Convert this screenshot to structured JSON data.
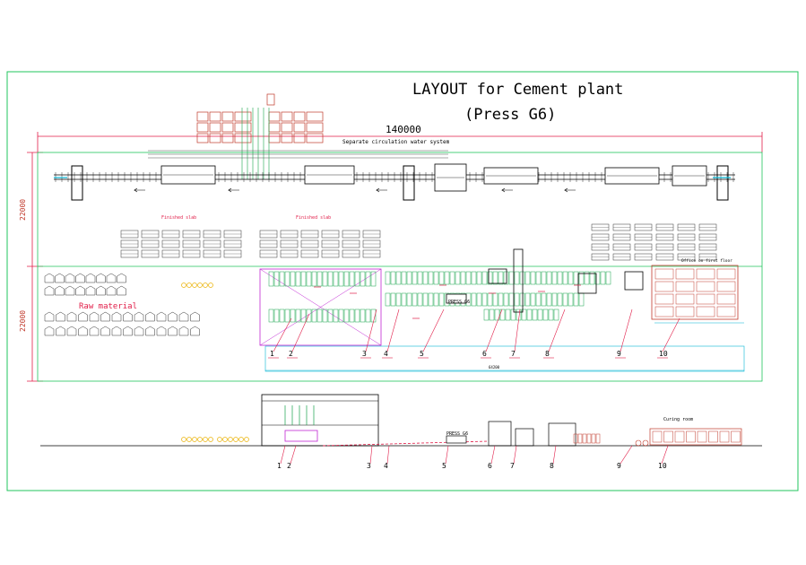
{
  "title_line1": "LAYOUT for Cement plant",
  "title_line2": "(Press G6)",
  "dimensions": {
    "total_length": "140000",
    "height_top": "22000",
    "height_bottom": "22000",
    "sub_length": "64200"
  },
  "notes": {
    "water": "Separate circulation water system",
    "finished_slab_1": "Finished slab",
    "finished_slab_2": "Finished slab",
    "raw_material": "Raw material",
    "office": "Office on first floor",
    "curing_room": "Curing room",
    "press_top": "PRESS G6",
    "press_side": "PRESS G6"
  },
  "callouts_plan": [
    "1",
    "2",
    "3",
    "4",
    "5",
    "6",
    "7",
    "8",
    "9",
    "10"
  ],
  "callouts_elev": [
    "1",
    "2",
    "3",
    "4",
    "5",
    "6",
    "7",
    "8",
    "9",
    "10"
  ],
  "colors": {
    "border": "#22c55e",
    "dimension": "#e11d48",
    "equipment": "#000000",
    "conveyor": "#16a34a",
    "cyan": "#06b6d4",
    "magenta": "#c026d3",
    "yellow": "#eab308"
  }
}
